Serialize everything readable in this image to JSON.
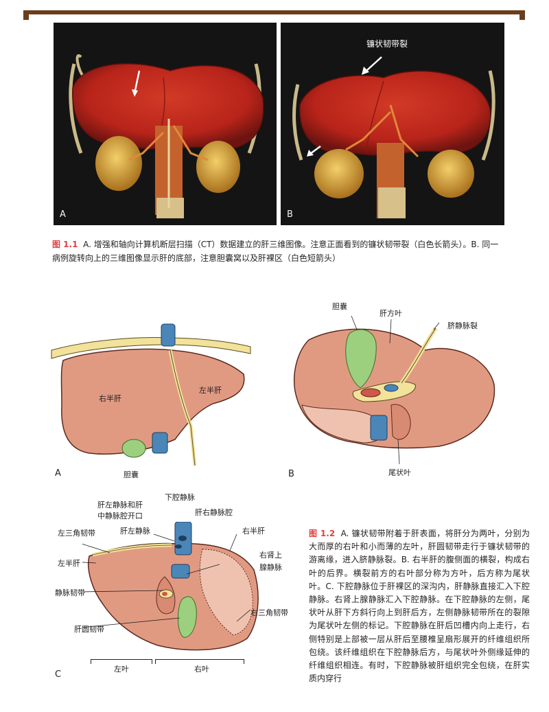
{
  "figure_1_1": {
    "panel_a_letter": "A",
    "panel_b_letter": "B",
    "panel_b_callout": "镰状韧带裂",
    "caption_label": "图 1.1",
    "caption_text": "A. 增强和轴向计算机断层扫描（CT）数据建立的肝三维图像。注意正面看到的镰状韧带裂（白色长箭头）。B. 同一病例旋转向上的三维图像显示肝的底部，注意胆囊窝以及肝裸区（白色短箭头）"
  },
  "figure_1_2": {
    "panel_a": {
      "letter": "A",
      "right_lobe": "右半肝",
      "left_lobe": "左半肝",
      "gallbladder": "胆囊"
    },
    "panel_b": {
      "letter": "B",
      "gallbladder": "胆囊",
      "quadrate_lobe": "肝方叶",
      "umbilical_fissure": "脐静脉裂",
      "caudate_lobe": "尾状叶"
    },
    "panel_c": {
      "letter": "C",
      "ivc": "下腔静脉",
      "lhv_mhv_1": "肝左静脉和肝",
      "lhv_mhv_2": "中静脉腔开口",
      "rhv_lumen": "肝右静脉腔",
      "left_triangular": "左三角韧带",
      "lhv": "肝左静脉",
      "right_hemiliver": "右半肝",
      "left_hemiliver": "左半肝",
      "right_adrenal_1": "右肾上",
      "right_adrenal_2": "腺静脉",
      "ligamentum_venosum": "静脉韧带",
      "right_triangular": "右三角韧带",
      "round_ligament": "肝圆韧带",
      "left_lobe": "左叶",
      "right_lobe": "右叶"
    },
    "caption_label": "图 1.2",
    "caption_text": "A. 镰状韧带附着于肝表面，将肝分为两叶，分别为大而厚的右叶和小而薄的左叶，肝圆韧带走行于镰状韧带的游离缘，进入脐静脉裂。B. 右半肝的腹侧面的横裂，构成右叶的后界。横裂前方的右叶部分称为方叶，后方称为尾状叶。C. 下腔静脉位于肝裸区的深沟内，肝静脉直接汇入下腔静脉。右肾上腺静脉汇入下腔静脉。在下腔静脉的左侧，尾状叶从肝下方斜行向上到肝后方，左侧静脉韧带所在的裂隙为尾状叶左侧的标记。下腔静脉在肝后凹槽内向上走行，右侧特别是上部被一层从肝后至腰椎呈扇形展开的纤维组织所包绕。该纤维组织在下腔静脉后方，与尾状叶外侧缘延伸的纤维组织相连。有时，下腔静脉被肝组织完全包绕，在肝实质内穿行"
  },
  "colors": {
    "header_bar": "#6b3d1d",
    "caption_label": "#e0403e",
    "liver_fill": "#e19a82",
    "liver_stroke": "#5a2a1e",
    "gallbladder": "#9ccf7e",
    "ivc_blue": "#4a87b8",
    "ligament_yellow": "#f2e29a",
    "ct_liver": "#b8241a",
    "ct_kidney": "#d9a43c"
  }
}
